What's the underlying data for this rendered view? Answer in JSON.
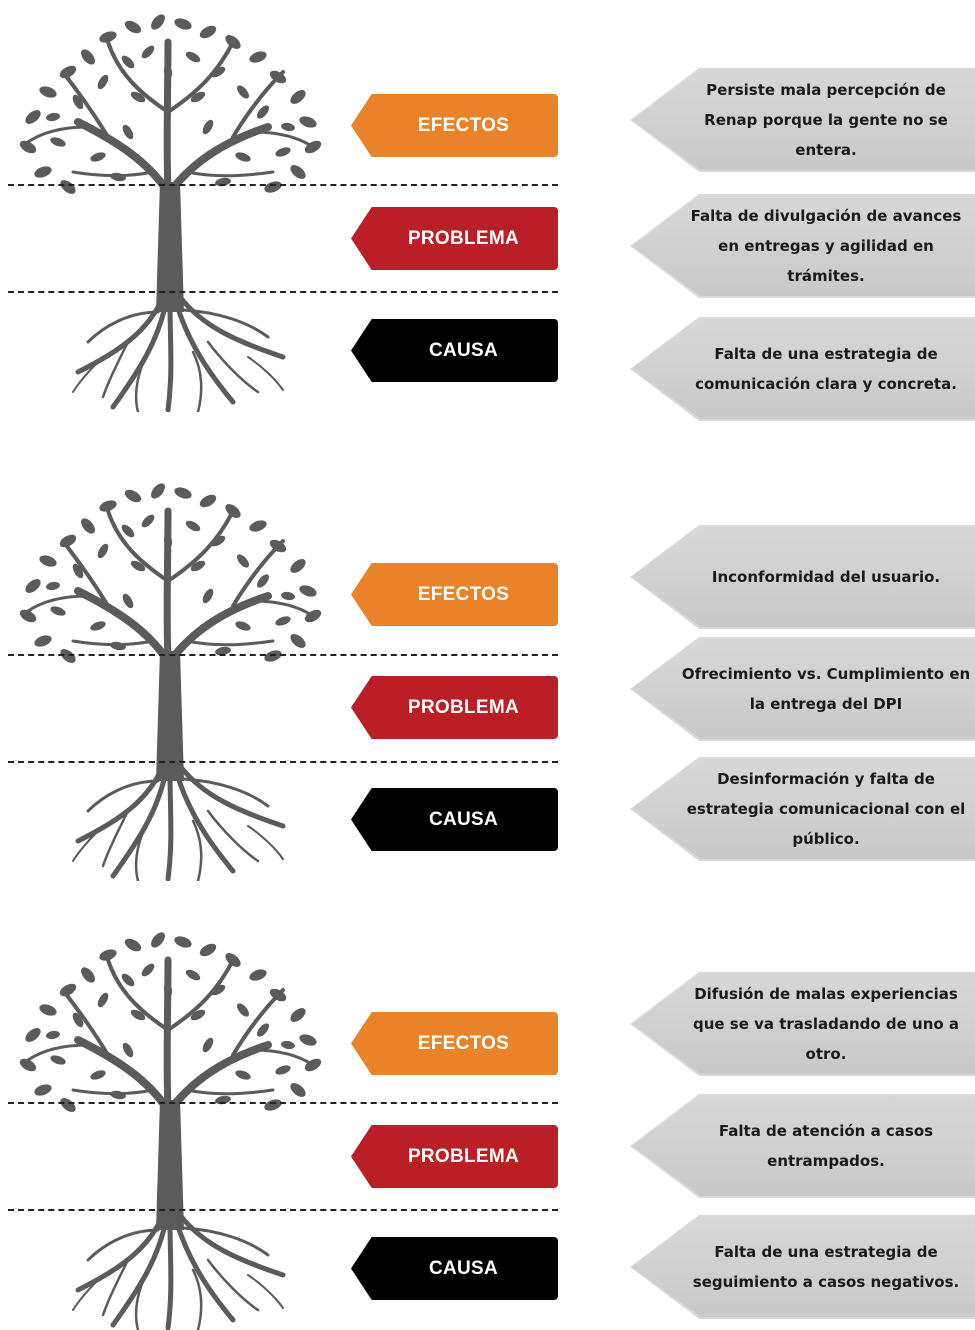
{
  "colors": {
    "efectos": "#E8832A",
    "problema": "#B81F26",
    "causa": "#000000",
    "tree": "#5b5b5b",
    "card": "#d0d0d0"
  },
  "labels": {
    "efectos": "EFECTOS",
    "problema": "PROBLEMA",
    "causa": "CAUSA"
  },
  "diagrams": [
    {
      "efecto": "Persiste mala percepción de Renap porque la gente no se entera.",
      "problema": "Falta de divulgación de avances en entregas y agilidad en trámites.",
      "causa": "Falta de una estrategia de comunicación clara y concreta."
    },
    {
      "efecto": "Inconformidad del usuario.",
      "problema": "Ofrecimiento vs. Cumplimiento en la entrega del DPI",
      "causa": "Desinformación y falta de estrategia comunicacional con el público."
    },
    {
      "efecto": "Difusión de malas experiencias que se va trasladando de uno a otro.",
      "problema": "Falta de atención a casos entrampados.",
      "causa": "Falta de una estrategia de seguimiento a casos negativos."
    }
  ]
}
